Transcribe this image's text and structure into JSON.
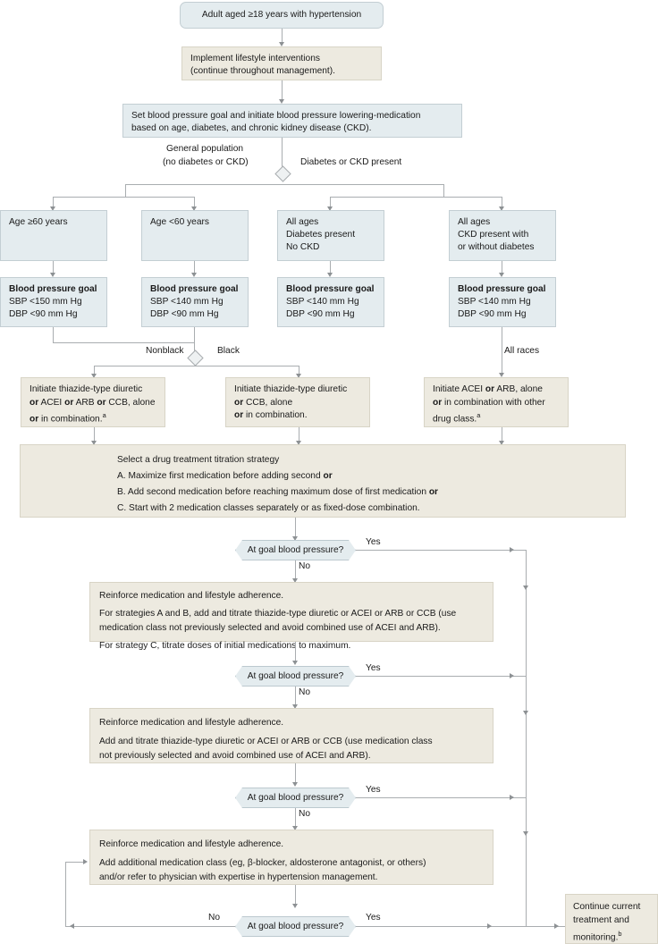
{
  "diagram": {
    "title": "Hypertension management algorithm",
    "type": "flowchart",
    "colors": {
      "blue_fill": "#e4ecef",
      "beige_fill": "#edeae0",
      "line": "#a9adb0",
      "text": "#1a1a1a"
    }
  },
  "nodes": {
    "start": "Adult aged ≥18 years with hypertension",
    "lifestyle_l1": "Implement lifestyle interventions",
    "lifestyle_l2": "(continue throughout management).",
    "set_goal_l1": "Set blood pressure goal and initiate blood pressure lowering-medication",
    "set_goal_l2": "based on age, diabetes, and chronic kidney disease (CKD).",
    "col1_age": "Age ≥60 years",
    "col2_age": "Age <60 years",
    "col3_l1": "All ages",
    "col3_l2": "Diabetes present",
    "col3_l3": "No CKD",
    "col4_l1": "All ages",
    "col4_l2": "CKD present with",
    "col4_l3": "or without diabetes",
    "goal_title": "Blood pressure goal",
    "goal1_sbp": "SBP <150 mm Hg",
    "goal1_dbp": "DBP <90 mm Hg",
    "goal2_sbp": "SBP <140 mm Hg",
    "goal2_dbp": "DBP <90 mm Hg",
    "goal3_sbp": "SBP <140 mm Hg",
    "goal3_dbp": "DBP <90 mm Hg",
    "goal4_sbp": "SBP <140 mm Hg",
    "goal4_dbp": "DBP <90 mm Hg",
    "init_nonblack_l1": "Initiate thiazide-type diuretic",
    "init_nonblack_l2a": "or",
    "init_nonblack_l2b": "ACEI",
    "init_nonblack_l2c": "or",
    "init_nonblack_l2d": "ARB",
    "init_nonblack_l2e": "or",
    "init_nonblack_l2f": "CCB, alone",
    "init_nonblack_l3a": "or",
    "init_nonblack_l3b": "in combination.",
    "init_nonblack_sup": "a",
    "init_black_l1": "Initiate thiazide-type diuretic",
    "init_black_l2a": "or",
    "init_black_l2b": "CCB, alone",
    "init_black_l3a": "or",
    "init_black_l3b": "in combination.",
    "init_ckd_l1a": "Initiate ACEI",
    "init_ckd_l1b": "or",
    "init_ckd_l1c": "ARB, alone",
    "init_ckd_l2a": "or",
    "init_ckd_l2b": "in combination with other",
    "init_ckd_l3": "drug class.",
    "init_ckd_sup": "a",
    "titration_title": "Select a drug treatment titration strategy",
    "titration_a_text": "A. Maximize first medication before adding second ",
    "titration_a_or": "or",
    "titration_b_text": "B. Add second medication before reaching maximum dose of first medication ",
    "titration_b_or": "or",
    "titration_c_text": "C. Start with 2 medication classes separately or as fixed-dose combination.",
    "decision_text": "At goal blood pressure?",
    "reinforce1_l1": "Reinforce medication and lifestyle adherence.",
    "reinforce1_l2": "For strategies A and B, add and titrate thiazide-type diuretic or ACEI or ARB or CCB (use",
    "reinforce1_l3": "medication class not previously selected and avoid combined use of ACEI and ARB).",
    "reinforce1_l4": "For strategy C, titrate doses of initial medications to maximum.",
    "reinforce2_l1": "Reinforce medication and lifestyle adherence.",
    "reinforce2_l2": "Add and titrate thiazide-type diuretic or ACEI or ARB or CCB (use medication class",
    "reinforce2_l3": "not previously selected and avoid combined use of ACEI and ARB).",
    "reinforce3_l1": "Reinforce medication and lifestyle adherence.",
    "reinforce3_l2": "Add additional medication class (eg, β-blocker, aldosterone antagonist, or others)",
    "reinforce3_l3": "and/or refer to physician with expertise in hypertension management.",
    "continue_l1": "Continue current",
    "continue_l2": "treatment and",
    "continue_l3": "monitoring.",
    "continue_sup": "b"
  },
  "edge_labels": {
    "general_pop_l1": "General population",
    "general_pop_l2": "(no diabetes or CKD)",
    "diabetes_ckd": "Diabetes or CKD present",
    "nonblack": "Nonblack",
    "black": "Black",
    "all_races": "All races",
    "yes": "Yes",
    "no": "No"
  }
}
